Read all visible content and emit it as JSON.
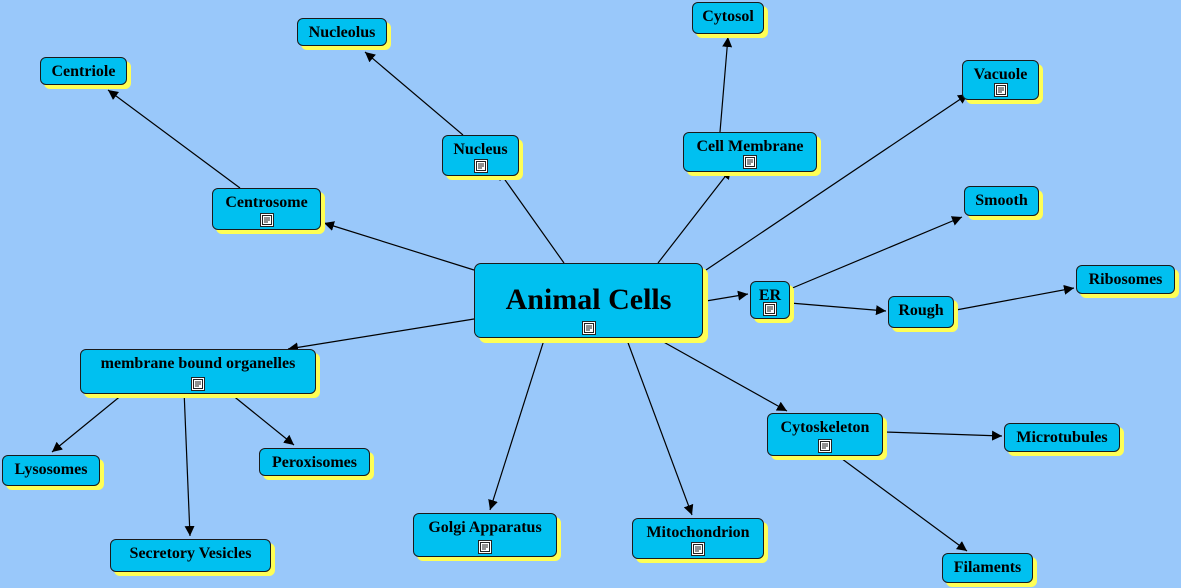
{
  "diagram": {
    "center": {
      "id": "animal-cells",
      "label": "Animal Cells",
      "has_doc": true
    },
    "nodes": [
      {
        "id": "nucleolus",
        "label": "Nucleolus",
        "has_doc": false
      },
      {
        "id": "cytosol",
        "label": "Cytosol",
        "has_doc": false
      },
      {
        "id": "centriole",
        "label": "Centriole",
        "has_doc": false
      },
      {
        "id": "vacuole",
        "label": "Vacuole",
        "has_doc": true
      },
      {
        "id": "nucleus",
        "label": "Nucleus",
        "has_doc": true
      },
      {
        "id": "cell-membrane",
        "label": "Cell Membrane",
        "has_doc": true
      },
      {
        "id": "centrosome",
        "label": "Centrosome",
        "has_doc": true
      },
      {
        "id": "smooth",
        "label": "Smooth",
        "has_doc": false
      },
      {
        "id": "ribosomes",
        "label": "Ribosomes",
        "has_doc": false
      },
      {
        "id": "er",
        "label": "ER",
        "has_doc": true
      },
      {
        "id": "rough",
        "label": "Rough",
        "has_doc": false
      },
      {
        "id": "membrane-bound-organelles",
        "label": "membrane bound organelles",
        "has_doc": true
      },
      {
        "id": "cytoskeleton",
        "label": "Cytoskeleton",
        "has_doc": true
      },
      {
        "id": "microtubules",
        "label": "Microtubules",
        "has_doc": false
      },
      {
        "id": "lysosomes",
        "label": "Lysosomes",
        "has_doc": false
      },
      {
        "id": "peroxisomes",
        "label": "Peroxisomes",
        "has_doc": false
      },
      {
        "id": "golgi-apparatus",
        "label": "Golgi Apparatus",
        "has_doc": true
      },
      {
        "id": "mitochondrion",
        "label": "Mitochondrion",
        "has_doc": true
      },
      {
        "id": "secretory-vesicles",
        "label": "Secretory Vesicles",
        "has_doc": false
      },
      {
        "id": "filaments",
        "label": "Filaments",
        "has_doc": false
      }
    ],
    "edges": [
      {
        "from": "animal-cells",
        "to": "centrosome"
      },
      {
        "from": "animal-cells",
        "to": "nucleus"
      },
      {
        "from": "animal-cells",
        "to": "cell-membrane"
      },
      {
        "from": "animal-cells",
        "to": "vacuole"
      },
      {
        "from": "animal-cells",
        "to": "er"
      },
      {
        "from": "animal-cells",
        "to": "membrane-bound-organelles"
      },
      {
        "from": "animal-cells",
        "to": "golgi-apparatus"
      },
      {
        "from": "animal-cells",
        "to": "mitochondrion"
      },
      {
        "from": "animal-cells",
        "to": "cytoskeleton"
      },
      {
        "from": "centrosome",
        "to": "centriole"
      },
      {
        "from": "nucleus",
        "to": "nucleolus"
      },
      {
        "from": "cell-membrane",
        "to": "cytosol"
      },
      {
        "from": "er",
        "to": "smooth"
      },
      {
        "from": "er",
        "to": "rough"
      },
      {
        "from": "rough",
        "to": "ribosomes"
      },
      {
        "from": "membrane-bound-organelles",
        "to": "lysosomes"
      },
      {
        "from": "membrane-bound-organelles",
        "to": "peroxisomes"
      },
      {
        "from": "membrane-bound-organelles",
        "to": "secretory-vesicles"
      },
      {
        "from": "cytoskeleton",
        "to": "microtubules"
      },
      {
        "from": "cytoskeleton",
        "to": "filaments"
      }
    ],
    "colors": {
      "background": "#99c8fa",
      "node_fill": "#00c0f0",
      "node_shadow": "#ffff55",
      "edge": "#000000"
    }
  }
}
